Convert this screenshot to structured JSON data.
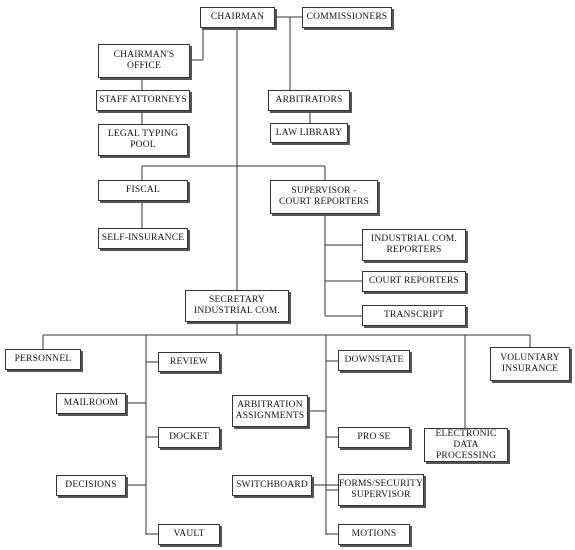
{
  "nodes": {
    "chairman": "CHAIRMAN",
    "commissioners": "COMMISSIONERS",
    "chairmans_office": "CHAIRMAN'S\nOFFICE",
    "staff_attorneys": "STAFF ATTORNEYS",
    "legal_typing_pool": "LEGAL TYPING\nPOOL",
    "arbitrators": "ARBITRATORS",
    "law_library": "LAW LIBRARY",
    "fiscal": "FISCAL",
    "self_insurance": "SELF-INSURANCE",
    "supervisor_court_reporters": "SUPERVISOR -\nCOURT REPORTERS",
    "industrial_com_reporters": "INDUSTRIAL COM.\nREPORTERS",
    "court_reporters": "COURT REPORTERS",
    "transcript": "TRANSCRIPT",
    "secretary_industrial_com": "SECRETARY\nINDUSTRIAL COM.",
    "personnel": "PERSONNEL",
    "review": "REVIEW",
    "mailroom": "MAILROOM",
    "docket": "DOCKET",
    "decisions": "DECISIONS",
    "vault": "VAULT",
    "arbitration_assignments": "ARBITRATION\nASSIGNMENTS",
    "switchboard": "SWITCHBOARD",
    "downstate": "DOWNSTATE",
    "pro_se": "PRO SE",
    "forms_security_supervisor": "FORMS/SECURITY\nSUPERVISOR",
    "motions": "MOTIONS",
    "voluntary_insurance": "VOLUNTARY\nINSURANCE",
    "electronic_data_processing": "ELECTRONIC DATA\nPROCESSING"
  }
}
